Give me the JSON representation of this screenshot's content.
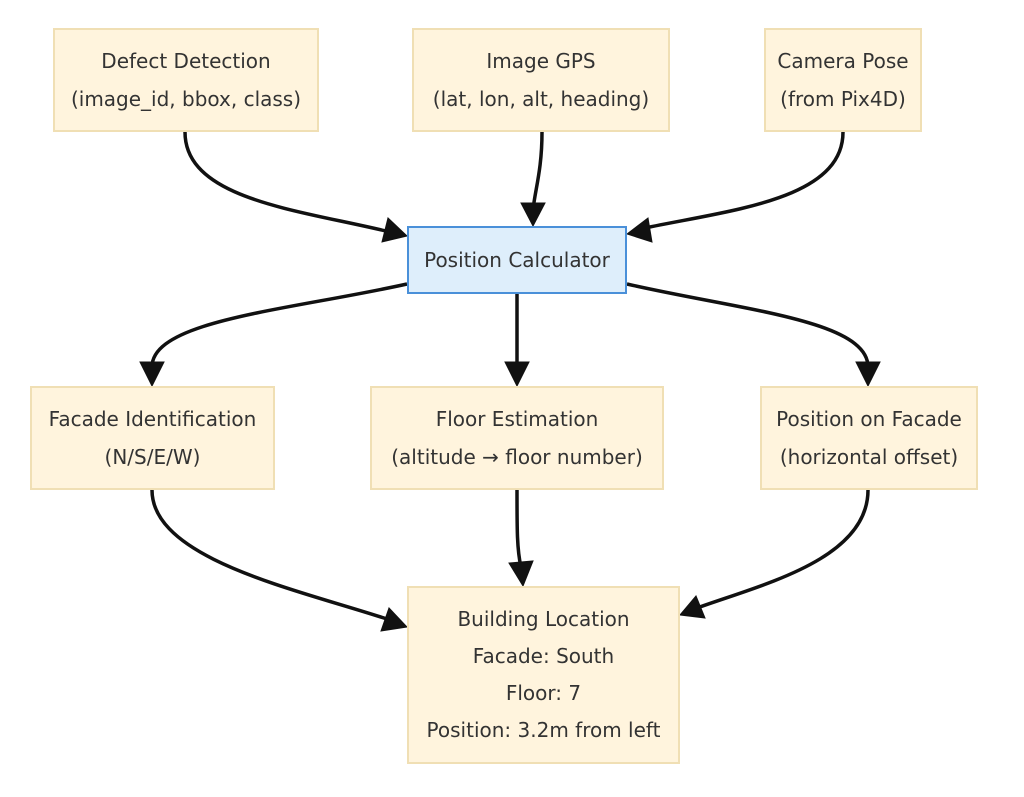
{
  "diagram": {
    "nodes": {
      "defect_detection": {
        "title": "Defect Detection",
        "subtitle": "(image_id, bbox, class)"
      },
      "image_gps": {
        "title": "Image GPS",
        "subtitle": "(lat, lon, alt, heading)"
      },
      "camera_pose": {
        "title": "Camera Pose",
        "subtitle": "(from Pix4D)"
      },
      "position_calculator": {
        "title": "Position Calculator"
      },
      "facade_identification": {
        "title": "Facade Identification",
        "subtitle": "(N/S/E/W)"
      },
      "floor_estimation": {
        "title": "Floor Estimation",
        "subtitle": "(altitude → floor number)"
      },
      "position_on_facade": {
        "title": "Position on Facade",
        "subtitle": "(horizontal offset)"
      },
      "building_location": {
        "title": "Building Location",
        "line1": "Facade: South",
        "line2": "Floor: 7",
        "line3": "Position: 3.2m from left"
      }
    },
    "edges": [
      {
        "from": "defect_detection",
        "to": "position_calculator"
      },
      {
        "from": "image_gps",
        "to": "position_calculator"
      },
      {
        "from": "camera_pose",
        "to": "position_calculator"
      },
      {
        "from": "position_calculator",
        "to": "facade_identification"
      },
      {
        "from": "position_calculator",
        "to": "floor_estimation"
      },
      {
        "from": "position_calculator",
        "to": "position_on_facade"
      },
      {
        "from": "facade_identification",
        "to": "building_location"
      },
      {
        "from": "floor_estimation",
        "to": "building_location"
      },
      {
        "from": "position_on_facade",
        "to": "building_location"
      }
    ]
  }
}
